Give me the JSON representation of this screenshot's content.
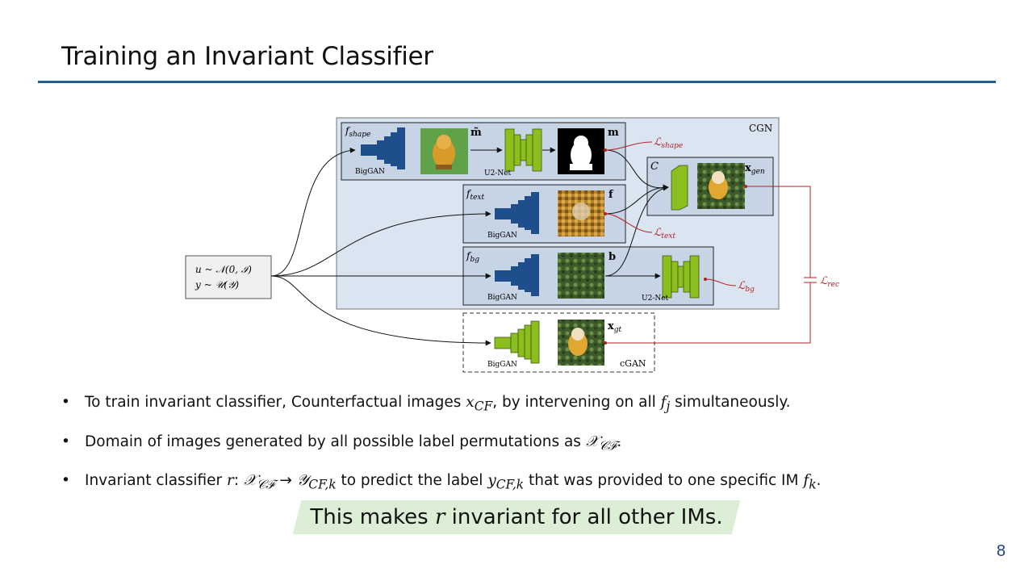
{
  "slide": {
    "title": "Training an Invariant Classifier",
    "page_number": "8"
  },
  "diagram": {
    "cgn_label": "CGN",
    "cgan_label": "cGAN",
    "input_line1": "u ~ 𝒩(0, ℐ)",
    "input_line2": "y ~ 𝒰(𝒴)",
    "shape_block": {
      "f_label": "f",
      "f_sub": "shape",
      "gen_label": "BigGAN",
      "net_label": "U2-Net",
      "mtilde_label": "m̃",
      "m_label": "m"
    },
    "text_block": {
      "f_label": "f",
      "f_sub": "text",
      "gen_label": "BigGAN",
      "out_label": "f"
    },
    "bg_block": {
      "f_label": "f",
      "f_sub": "bg",
      "gen_label": "BigGAN",
      "out_label": "b",
      "net_label": "U2-Net"
    },
    "composer": {
      "c_label": "C",
      "x_label": "x",
      "x_sub": "gen"
    },
    "gt_block": {
      "gen_label": "BigGAN",
      "x_label": "x",
      "x_sub": "gt"
    },
    "losses": {
      "shape": {
        "main": "ℒ",
        "sub": "shape"
      },
      "text": {
        "main": "ℒ",
        "sub": "text"
      },
      "bg": {
        "main": "ℒ",
        "sub": "bg"
      },
      "rec": {
        "main": "ℒ",
        "sub": "rec"
      }
    },
    "colors": {
      "generator": "#1f4e8c",
      "unet": "#8cbf1e",
      "loss": "#b22222",
      "cgn_box": "#dbe5f1"
    }
  },
  "bullets": [
    {
      "text_before": "To train invariant classifier, Counterfactual images ",
      "math1": "x",
      "math1_sub": "CF",
      "text_mid": ", by intervening on all ",
      "math2": "f",
      "math2_sub": "j",
      "text_after": " simultaneously."
    },
    {
      "text_before": "Domain of images generated by all possible label permutations as ",
      "math1": "𝒳",
      "math1_sub": "𝒞ℱ",
      "text_after": "."
    },
    {
      "text_before": "Invariant classifier ",
      "math1": "r",
      "text_mid1": ": ",
      "math2": "𝒳",
      "math2_sub": "𝒞ℱ",
      "arrow": " → ",
      "math3": "𝒴",
      "math3_sub": "CF,k",
      "text_mid2": " to predict the label ",
      "math4": "y",
      "math4_sub": "CF,k",
      "text_mid3": " that was provided to one specific IM ",
      "math5": "f",
      "math5_sub": "k",
      "text_after": "."
    }
  ],
  "callout": {
    "before": "This makes ",
    "math": "r",
    "after": " invariant for all other IMs."
  }
}
